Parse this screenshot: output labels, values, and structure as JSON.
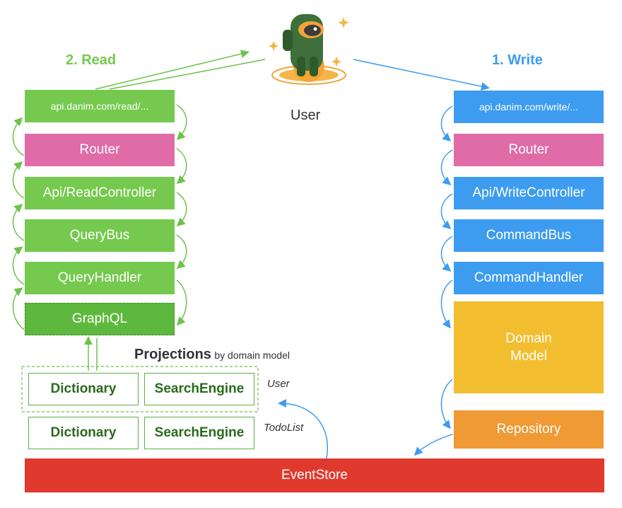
{
  "read": {
    "title": "2. Read",
    "steps": [
      "api.danim.com/read/...",
      "Router",
      "Api/ReadController",
      "QueryBus",
      "QueryHandler",
      "GraphQL"
    ]
  },
  "write": {
    "title": "1. Write",
    "steps": [
      "api.danim.com/write/...",
      "Router",
      "Api/WriteController",
      "CommandBus",
      "CommandHandler",
      "Domain Model",
      "Repository"
    ]
  },
  "user": {
    "label": "User"
  },
  "projections": {
    "heading_bold": "Projections",
    "heading_rest": "by domain model",
    "rows": [
      {
        "dictionary": "Dictionary",
        "search": "SearchEngine",
        "model": "User"
      },
      {
        "dictionary": "Dictionary",
        "search": "SearchEngine",
        "model": "TodoList"
      }
    ]
  },
  "eventstore": {
    "label": "EventStore"
  },
  "colors": {
    "read": "#75c94e",
    "write": "#3d9cf0",
    "router": "#e06ca7",
    "domain": "#f2be2f",
    "repository": "#ef9a35",
    "eventstore": "#e0392d"
  },
  "icons": [
    "astronaut-icon",
    "sparkle-icon"
  ]
}
